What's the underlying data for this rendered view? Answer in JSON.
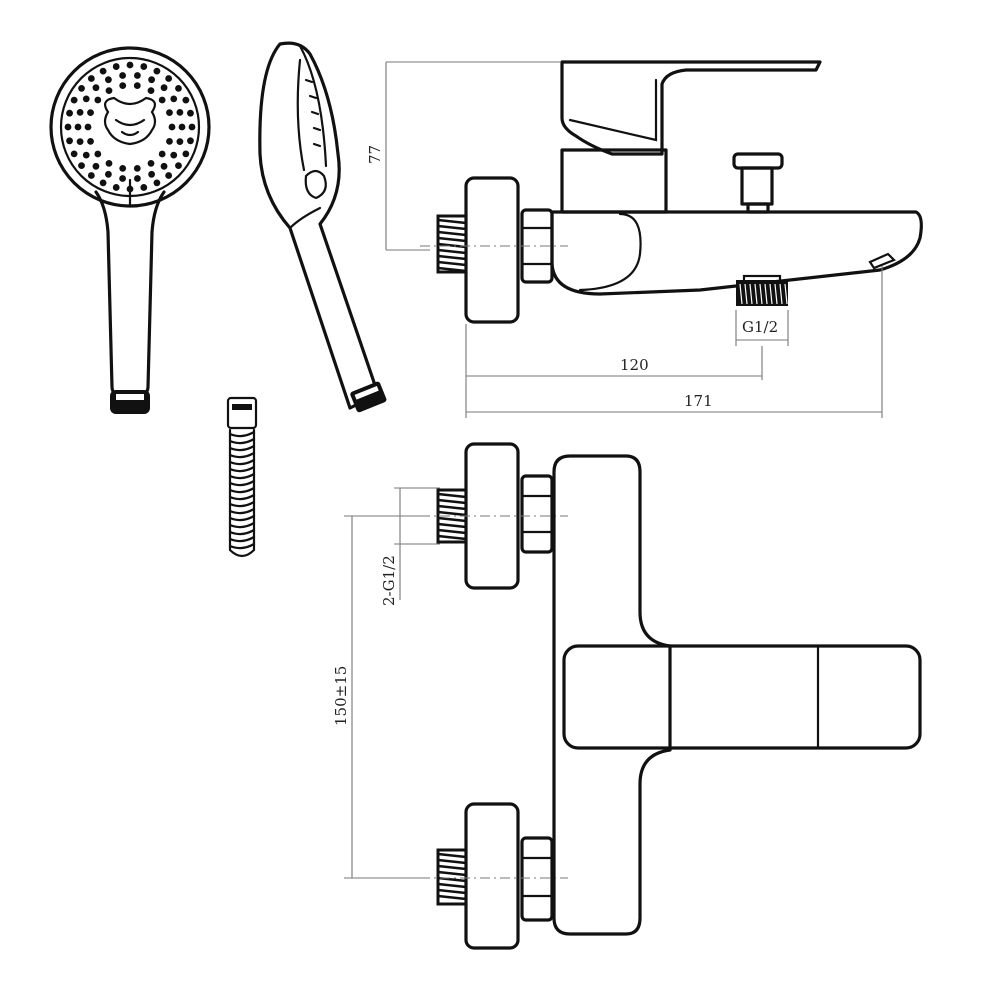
{
  "dimensions": {
    "height": "77",
    "outlet_thread": "G1/2",
    "spout_to_outlet": "120",
    "total_length": "171",
    "inlet_threads": "2-G1/2",
    "inlet_spacing": "150±15"
  },
  "icons": {
    "shower_head_front": "hand-shower-front-icon",
    "shower_head_side": "hand-shower-side-icon",
    "hose": "shower-hose-icon"
  }
}
